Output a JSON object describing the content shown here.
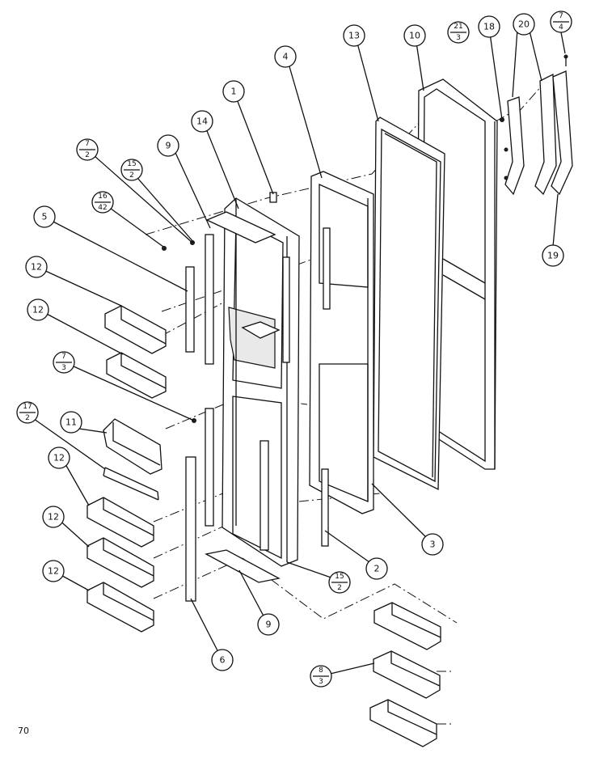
{
  "page_number": "70",
  "callouts": {
    "c1": "1",
    "c2": "2",
    "c3": "3",
    "c4": "4",
    "c5": "5",
    "c6": "6",
    "c9a": "9",
    "c9b": "9",
    "c10": "10",
    "c11": "11",
    "c12a": "12",
    "c12b": "12",
    "c12c": "12",
    "c12d": "12",
    "c12e": "12",
    "c13": "13",
    "c14": "14",
    "c18": "18",
    "c19": "19",
    "c20": "20"
  },
  "fraction_callouts": {
    "f7_2": {
      "num": "7",
      "den": "2"
    },
    "f15_2a": {
      "num": "15",
      "den": "2"
    },
    "f16_42": {
      "num": "16",
      "den": "42"
    },
    "f7_3": {
      "num": "7",
      "den": "3"
    },
    "f17_2": {
      "num": "17",
      "den": "2"
    },
    "f15_2b": {
      "num": "15",
      "den": "2"
    },
    "f8_3": {
      "num": "8",
      "den": "3"
    },
    "f21_3": {
      "num": "21",
      "den": "3"
    },
    "f7_4": {
      "num": "7",
      "den": "4"
    }
  }
}
